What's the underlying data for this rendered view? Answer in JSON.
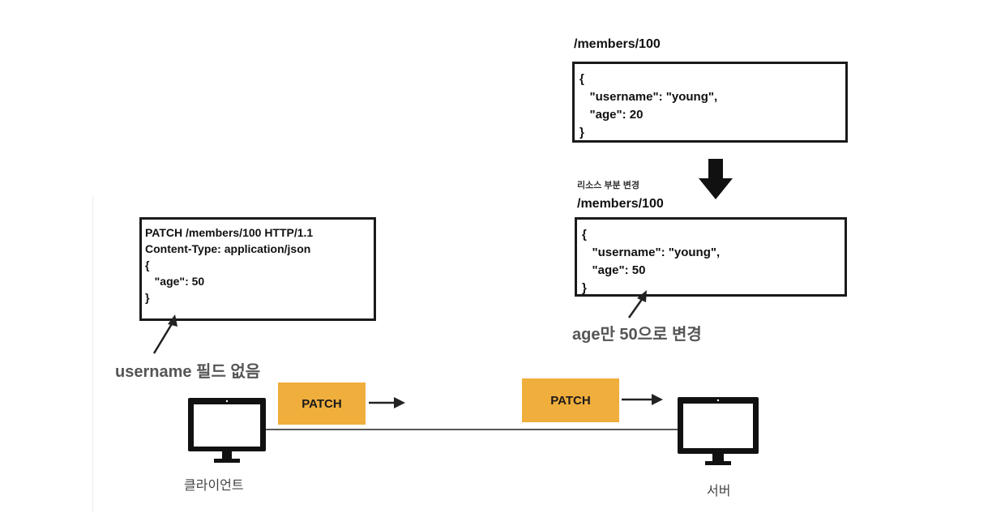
{
  "server_before": {
    "path": "/members/100",
    "lines": [
      "{",
      "   \"username\": \"young\",",
      "   \"age\": 20",
      "}"
    ]
  },
  "change_label": "리소스 부분 변경",
  "server_after": {
    "path": "/members/100",
    "lines": [
      "{",
      "   \"username\": \"young\",",
      "   \"age\": 50",
      "}"
    ]
  },
  "request": {
    "lines": [
      "PATCH /members/100 HTTP/1.1",
      "Content-Type: application/json",
      "",
      "{",
      "   \"age\": 50",
      "}"
    ]
  },
  "annotations": {
    "no_username": "username 필드 없음",
    "age_changed": "age만 50으로 변경"
  },
  "flow": {
    "client_method": "PATCH",
    "server_method": "PATCH",
    "client_label": "클라이언트",
    "server_label": "서버"
  },
  "colors": {
    "method_box": "#f0ae3c",
    "stroke": "#1a1a1a"
  },
  "icons": {
    "client": "monitor-icon",
    "server": "monitor-icon",
    "transition": "down-arrow-icon"
  }
}
